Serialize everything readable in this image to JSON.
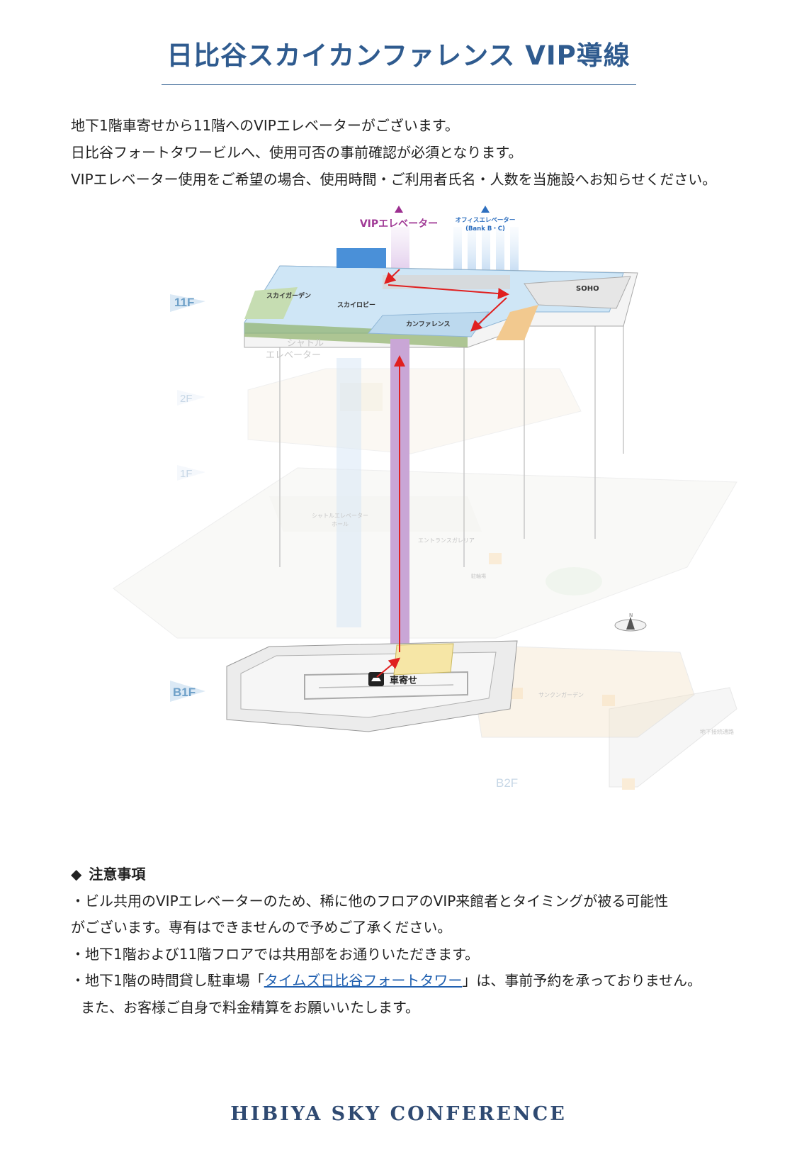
{
  "title": "日比谷スカイカンファレンス VIP導線",
  "intro": [
    "地下1階車寄せから11階へのVIPエレベーターがございます。",
    "日比谷フォートタワービルへ、使用可否の事前確認が必須となります。",
    "VIPエレベーター使用をご希望の場合、使用時間・ご利用者氏名・人数を当施設へお知らせください。"
  ],
  "diagram": {
    "vip_elevator": "VIPエレベーター",
    "office_elevator_line1": "オフィスエレベーター",
    "office_elevator_line2": "(Bank B・C)",
    "floors": {
      "f11": "11F",
      "f2": "2F",
      "f1": "1F",
      "b1": "B1F",
      "b2": "B2F"
    },
    "areas": {
      "sky_garden": "スカイガーデン",
      "sky_lobby": "スカイロビー",
      "conference": "カンファレンス",
      "soho": "SOHO",
      "shuttle_elevator_line1": "シャトル",
      "shuttle_elevator_line2": "エレベーター",
      "shuttle_hall_line1": "シャトルエレベーター",
      "shuttle_hall_line2": "ホール",
      "entrance_galleria": "エントランスガレリア",
      "bicycle_parking": "駐輪場",
      "sunken_garden": "サンクンガーデン",
      "underground_passage": "地下接続通路",
      "car_drop_off": "車寄せ",
      "north": "N"
    },
    "colors": {
      "vip_shaft": "#c9a6d6",
      "route_arrow": "#e02020",
      "floor_11f": "#bcd9ee",
      "floor_label": "#6ea0c8"
    }
  },
  "notes": {
    "heading_mark": "◆",
    "heading": "注意事項",
    "item1_line1": "・ビル共用のVIPエレベーターのため、稀に他のフロアのVIP来館者とタイミングが被る可能性",
    "item1_line2": "がございます。専有はできませんので予めご了承ください。",
    "item2": "・地下1階および11階フロアでは共用部をお通りいただきます。",
    "item3_before": "・地下1階の時間貸し駐車場「",
    "item3_link": "タイムズ日比谷フォートタワー",
    "item3_after": "」は、事前予約を承っておりません。",
    "item3_line2": "また、お客様ご自身で料金精算をお願いいたします。"
  },
  "footer": "HIBIYA SKY CONFERENCE"
}
